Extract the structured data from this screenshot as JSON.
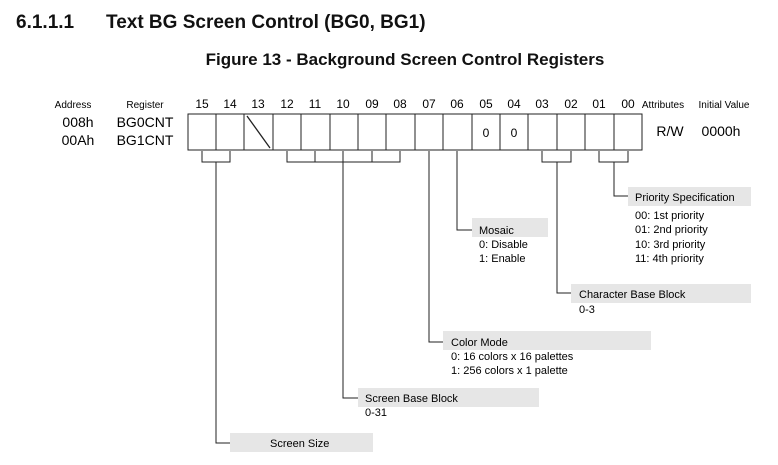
{
  "section": {
    "number": "6.1.1.1",
    "title": "Text BG Screen Control (BG0, BG1)"
  },
  "figure_title": "Figure 13 - Background Screen Control Registers",
  "headers": {
    "address": "Address",
    "register": "Register",
    "attributes": "Attributes",
    "initial_value": "Initial Value"
  },
  "registers": [
    {
      "address": "008h",
      "name": "BG0CNT"
    },
    {
      "address": "00Ah",
      "name": "BG1CNT"
    }
  ],
  "attributes": "R/W",
  "initial_value": "0000h",
  "bits": [
    "15",
    "14",
    "13",
    "12",
    "11",
    "10",
    "09",
    "08",
    "07",
    "06",
    "05",
    "04",
    "03",
    "02",
    "01",
    "00"
  ],
  "fixed_bits": [
    {
      "bit": "13",
      "style": "unused"
    },
    {
      "bit": "05",
      "value": "0"
    },
    {
      "bit": "04",
      "value": "0"
    }
  ],
  "fields": [
    {
      "name": "Priority Specification",
      "bits": "01-00",
      "desc": [
        "00: 1st priority",
        "01: 2nd priority",
        "10: 3rd priority",
        "11: 4th priority"
      ]
    },
    {
      "name": "Mosaic",
      "bits": "06",
      "desc": [
        "0: Disable",
        "1: Enable"
      ]
    },
    {
      "name": "Character Base Block",
      "bits": "03-02",
      "desc": [
        "0-3"
      ]
    },
    {
      "name": "Color Mode",
      "bits": "07",
      "desc": [
        "0: 16 colors x 16 palettes",
        "1: 256 colors x 1 palette"
      ]
    },
    {
      "name": "Screen Base Block",
      "bits": "12-08",
      "desc": [
        "0-31"
      ]
    },
    {
      "name": "Screen Size",
      "bits": "15-14",
      "desc": []
    }
  ]
}
